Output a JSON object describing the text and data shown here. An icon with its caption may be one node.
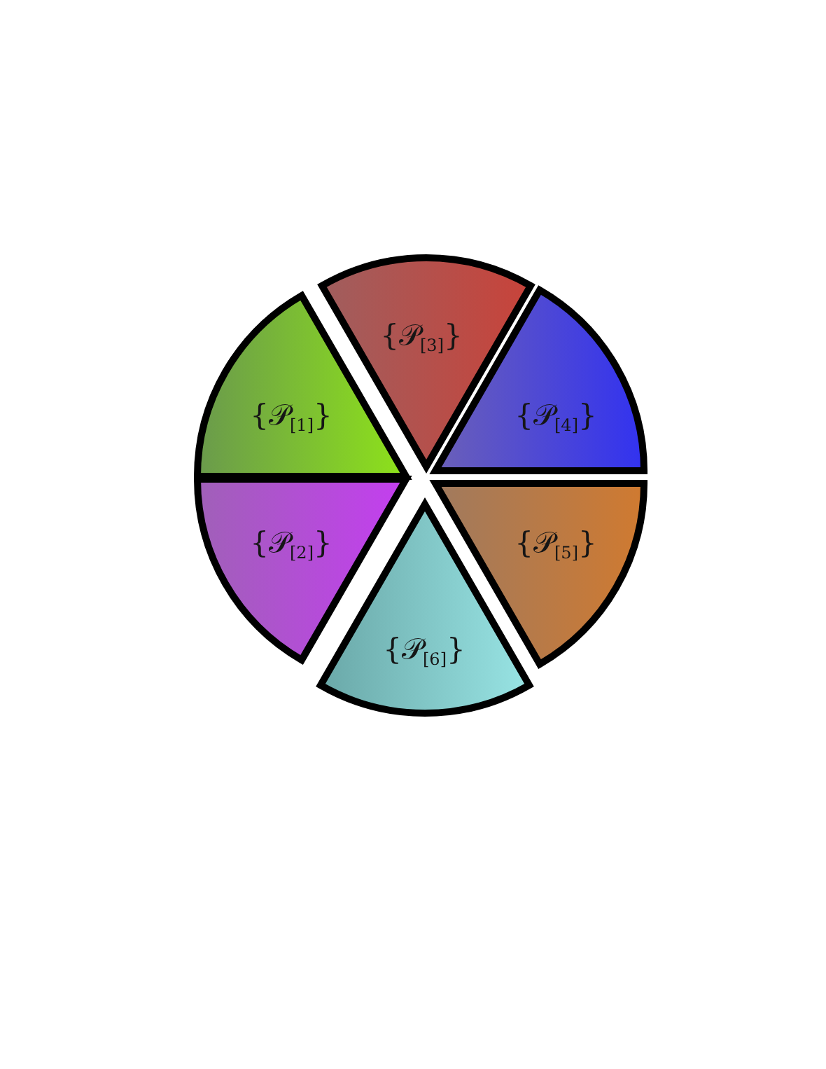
{
  "diagram": {
    "nodes": [
      {
        "text": [
          "{𝒫$_{[1]}$}"
        ]
      },
      {
        "text": [
          "{𝒫$_{[2]}$}"
        ]
      },
      {
        "text": [
          "{𝒫$_{[3]}$}"
        ]
      },
      {
        "text": [
          "{𝒫$_{[4]}$}"
        ]
      },
      {
        "text": [
          "{𝒫$_{[5]}$}"
        ]
      },
      {
        "text": [
          "{𝒫$_{[6]}$}"
        ]
      }
    ]
  }
}
